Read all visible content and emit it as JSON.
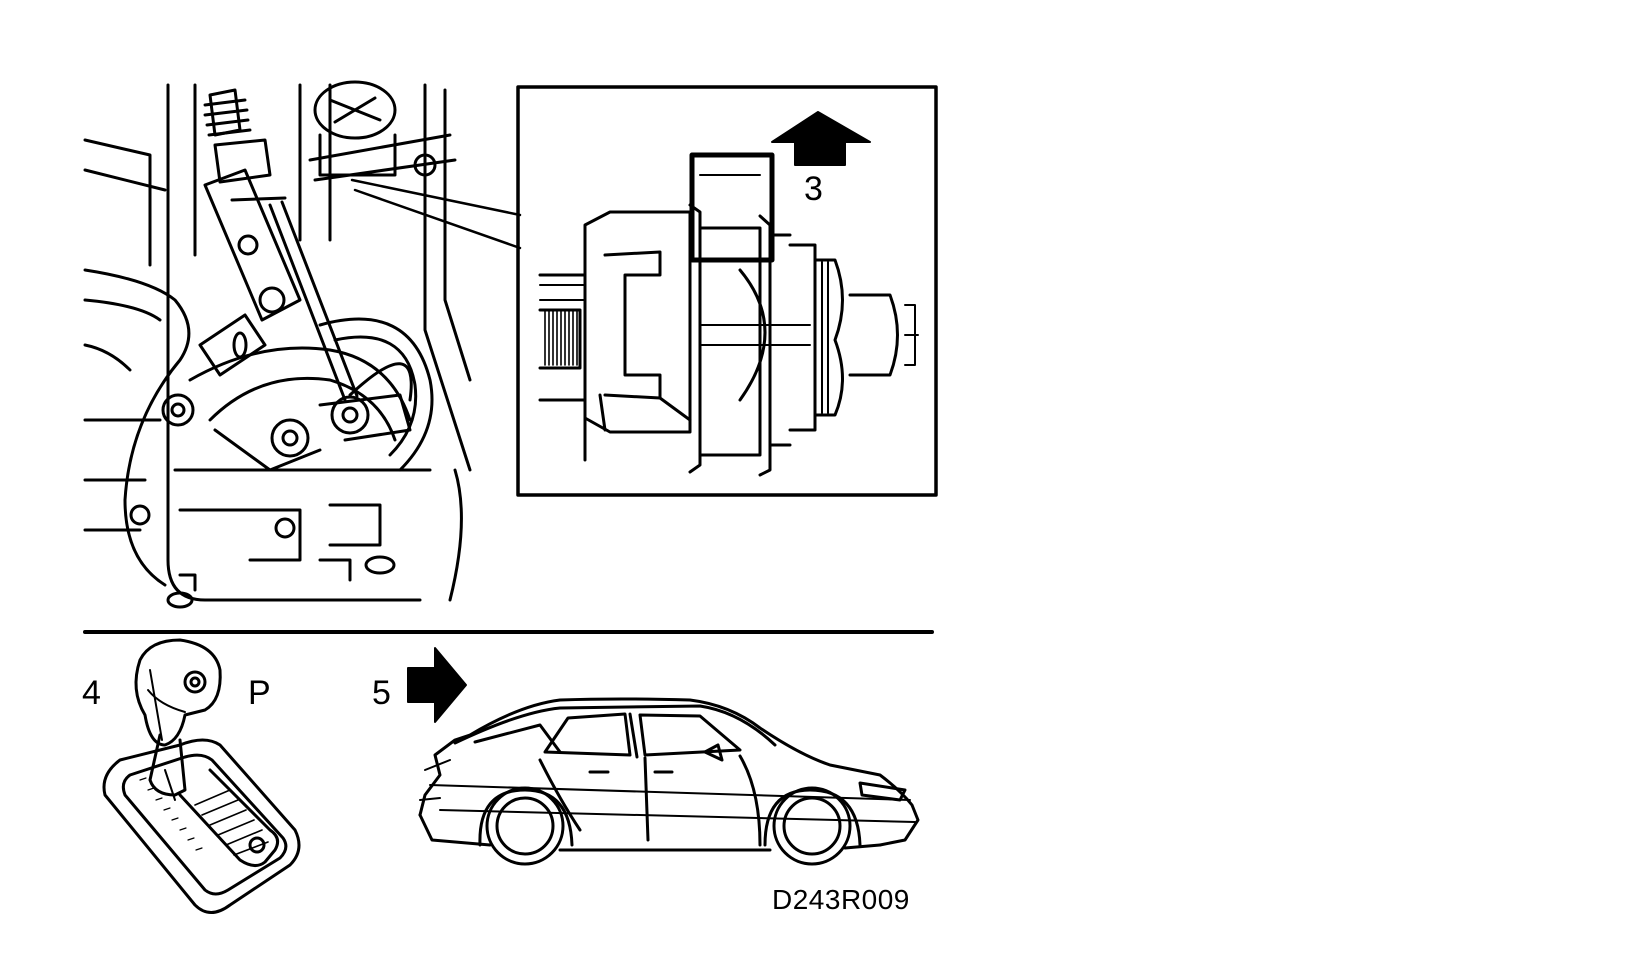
{
  "labels": {
    "callout_3": "3",
    "callout_4": "4",
    "gear_p": "P",
    "callout_5": "5",
    "figure_ref": "D243R009"
  },
  "icons": {
    "arrow_up": "arrow-up-icon",
    "arrow_right": "arrow-right-icon"
  },
  "colors": {
    "ink": "#000000",
    "paper": "#ffffff"
  }
}
